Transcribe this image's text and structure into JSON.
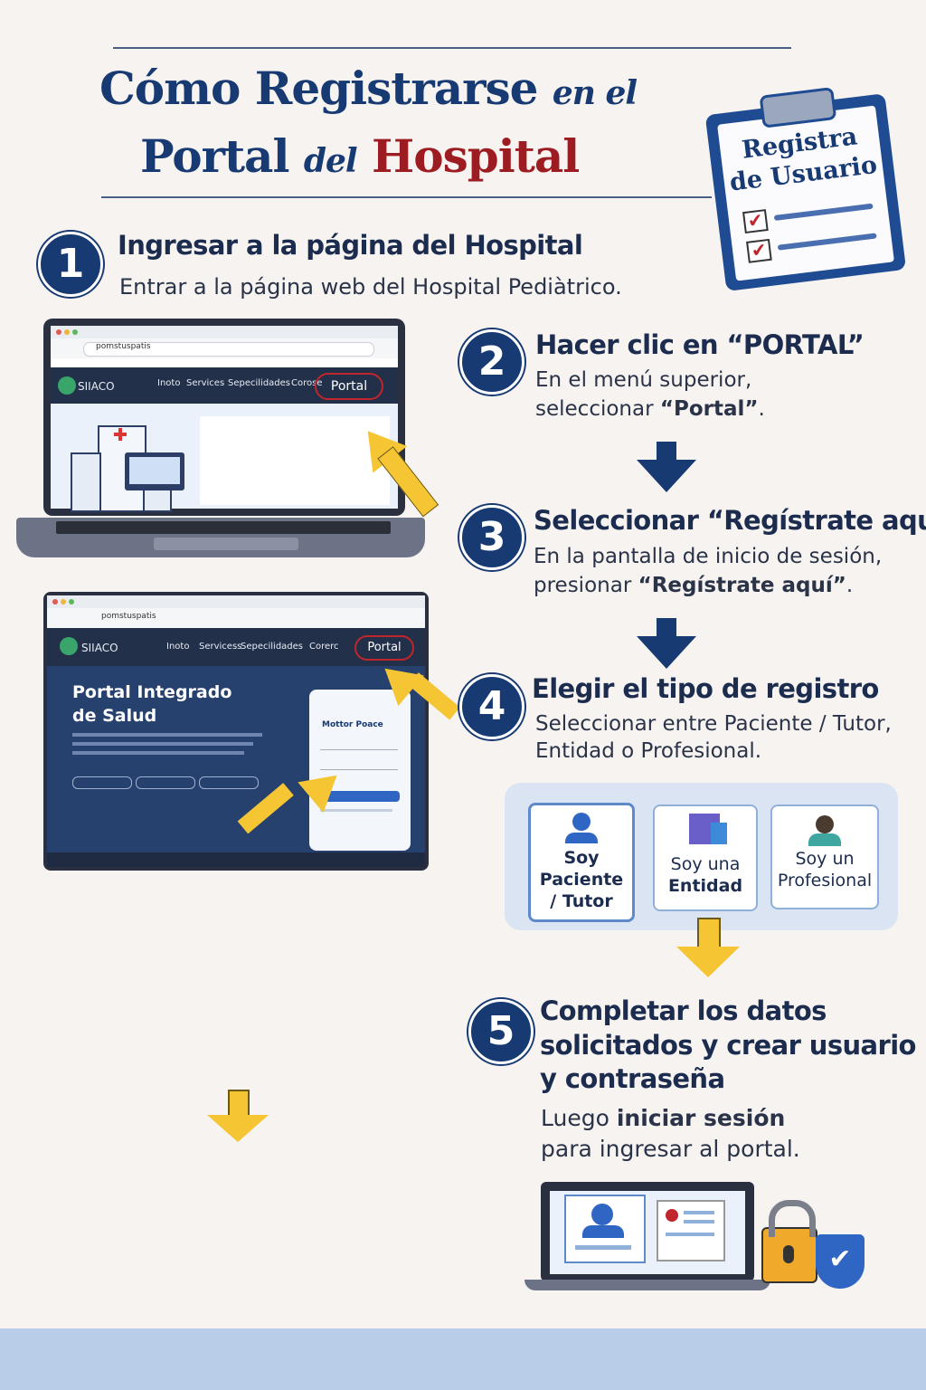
{
  "title": {
    "line1_a": "Cómo Registrarse",
    "line1_b": "en el",
    "line2_a": "Portal",
    "line2_b": "del",
    "line2_c": "Hospital"
  },
  "clipboard": {
    "line1": "Registra",
    "line2": "de Usuario"
  },
  "steps": [
    {
      "num": "1",
      "heading": "Ingresar a la página del Hospital",
      "text": "Entrar a la página web del Hospital Pediàtrico."
    },
    {
      "num": "2",
      "heading": "Hacer clic en “PORTAL”",
      "text1": "En el menú superior,",
      "text2_a": "seleccionar ",
      "text2_b": "“Portal”",
      "text2_c": "."
    },
    {
      "num": "3",
      "heading": "Seleccionar “Regístrate aquí”",
      "text1": "En la pantalla de inicio de sesión,",
      "text2_a": "presionar ",
      "text2_b": "“Regístrate aquí”",
      "text2_c": "."
    },
    {
      "num": "4",
      "heading": "Elegir el tipo de registro",
      "text1": "Seleccionar entre Paciente / Tutor,",
      "text2": "Entidad o Profesional."
    },
    {
      "num": "5",
      "heading1": "Completar los datos",
      "heading2": "solicitados y crear usuario",
      "heading3": "y contraseña",
      "text1_a": "Luego ",
      "text1_b": "iniciar sesión",
      "text2": "para ingresar al portal."
    }
  ],
  "browser1": {
    "url": "pomstuspatis",
    "logo": "SIIACO",
    "nav": [
      "Inoto",
      "Services",
      "Sepecilidades",
      "Corose"
    ],
    "portal": "Portal"
  },
  "browser2": {
    "url": "pomstuspatis",
    "logo": "SIIACO",
    "nav": [
      "Inoto",
      "Servicess",
      "Sepecilidades",
      "Corerc"
    ],
    "portal": "Portal",
    "hero1": "Portal Integrado",
    "hero2": "de Salud",
    "form_title": "Mottor Poace"
  },
  "register_options": [
    {
      "line1": "Soy",
      "line2": "Paciente",
      "line3": "/ Tutor"
    },
    {
      "line1": "Soy una",
      "line2": "Entidad"
    },
    {
      "line1": "Soy un",
      "line2": "Profesional"
    }
  ],
  "colors": {
    "navy": "#173a73",
    "red": "#9d1c22",
    "yellow_arrow": "#f5c533"
  }
}
